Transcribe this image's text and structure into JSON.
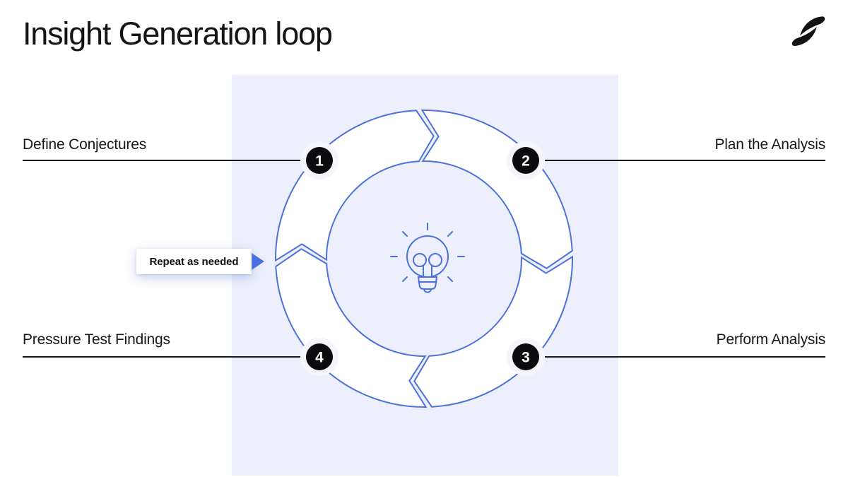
{
  "title": "Insight Generation loop",
  "brand": {
    "logo_icon": "brand-logo-swoosh-icon"
  },
  "center_icon": "lightbulb-icon",
  "callout": {
    "label": "Repeat as needed",
    "arrow_direction": "right"
  },
  "steps": [
    {
      "number": "1",
      "label": "Define Conjectures",
      "position": "top-left"
    },
    {
      "number": "2",
      "label": "Plan the Analysis",
      "position": "top-right"
    },
    {
      "number": "3",
      "label": "Perform Analysis",
      "position": "bottom-right"
    },
    {
      "number": "4",
      "label": "Pressure Test Findings",
      "position": "bottom-left"
    }
  ],
  "flow_direction": "clockwise",
  "colors": {
    "accent_blue": "#4c71dd",
    "arrow_blue": "#4c6fe3",
    "panel_lavender": "#edf0fc",
    "badge_black": "#0c0c0f",
    "text_black": "#17181c"
  }
}
